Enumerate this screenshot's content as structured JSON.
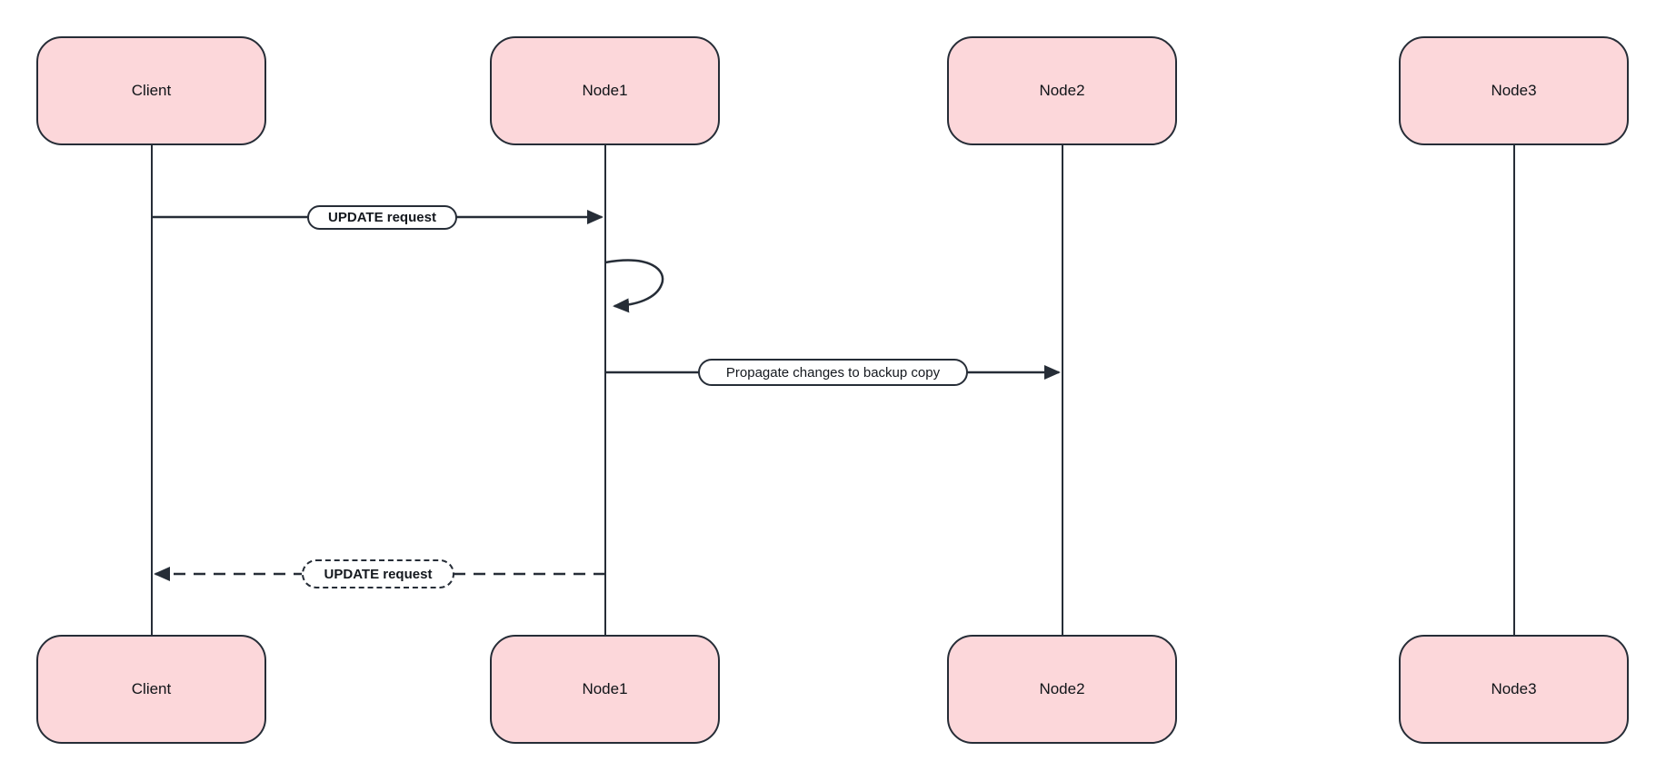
{
  "diagram": {
    "kind": "sequence-diagram",
    "actors": [
      {
        "id": "client",
        "label": "Client"
      },
      {
        "id": "node1",
        "label": "Node1"
      },
      {
        "id": "node2",
        "label": "Node2"
      },
      {
        "id": "node3",
        "label": "Node3"
      }
    ],
    "messages": [
      {
        "index": 1,
        "from": "Client",
        "to": "Node1",
        "label": "UPDATE request",
        "line_style": "solid",
        "label_style": "bold, solid pill border"
      },
      {
        "index": 2,
        "from": "Node1",
        "to": "Node1",
        "label": "",
        "line_style": "self-loop",
        "label_style": "none"
      },
      {
        "index": 3,
        "from": "Node1",
        "to": "Node2",
        "label": "Propagate changes to backup copy",
        "line_style": "solid",
        "label_style": "regular, solid pill border"
      },
      {
        "index": 4,
        "from": "Node1",
        "to": "Client",
        "label": "UPDATE request",
        "line_style": "dashed",
        "label_style": "bold, dashed pill border"
      }
    ],
    "colors": {
      "actor_fill": "#fcd7da",
      "stroke": "#262d37",
      "label_bg": "#ffffff",
      "background": "#ffffff"
    }
  }
}
